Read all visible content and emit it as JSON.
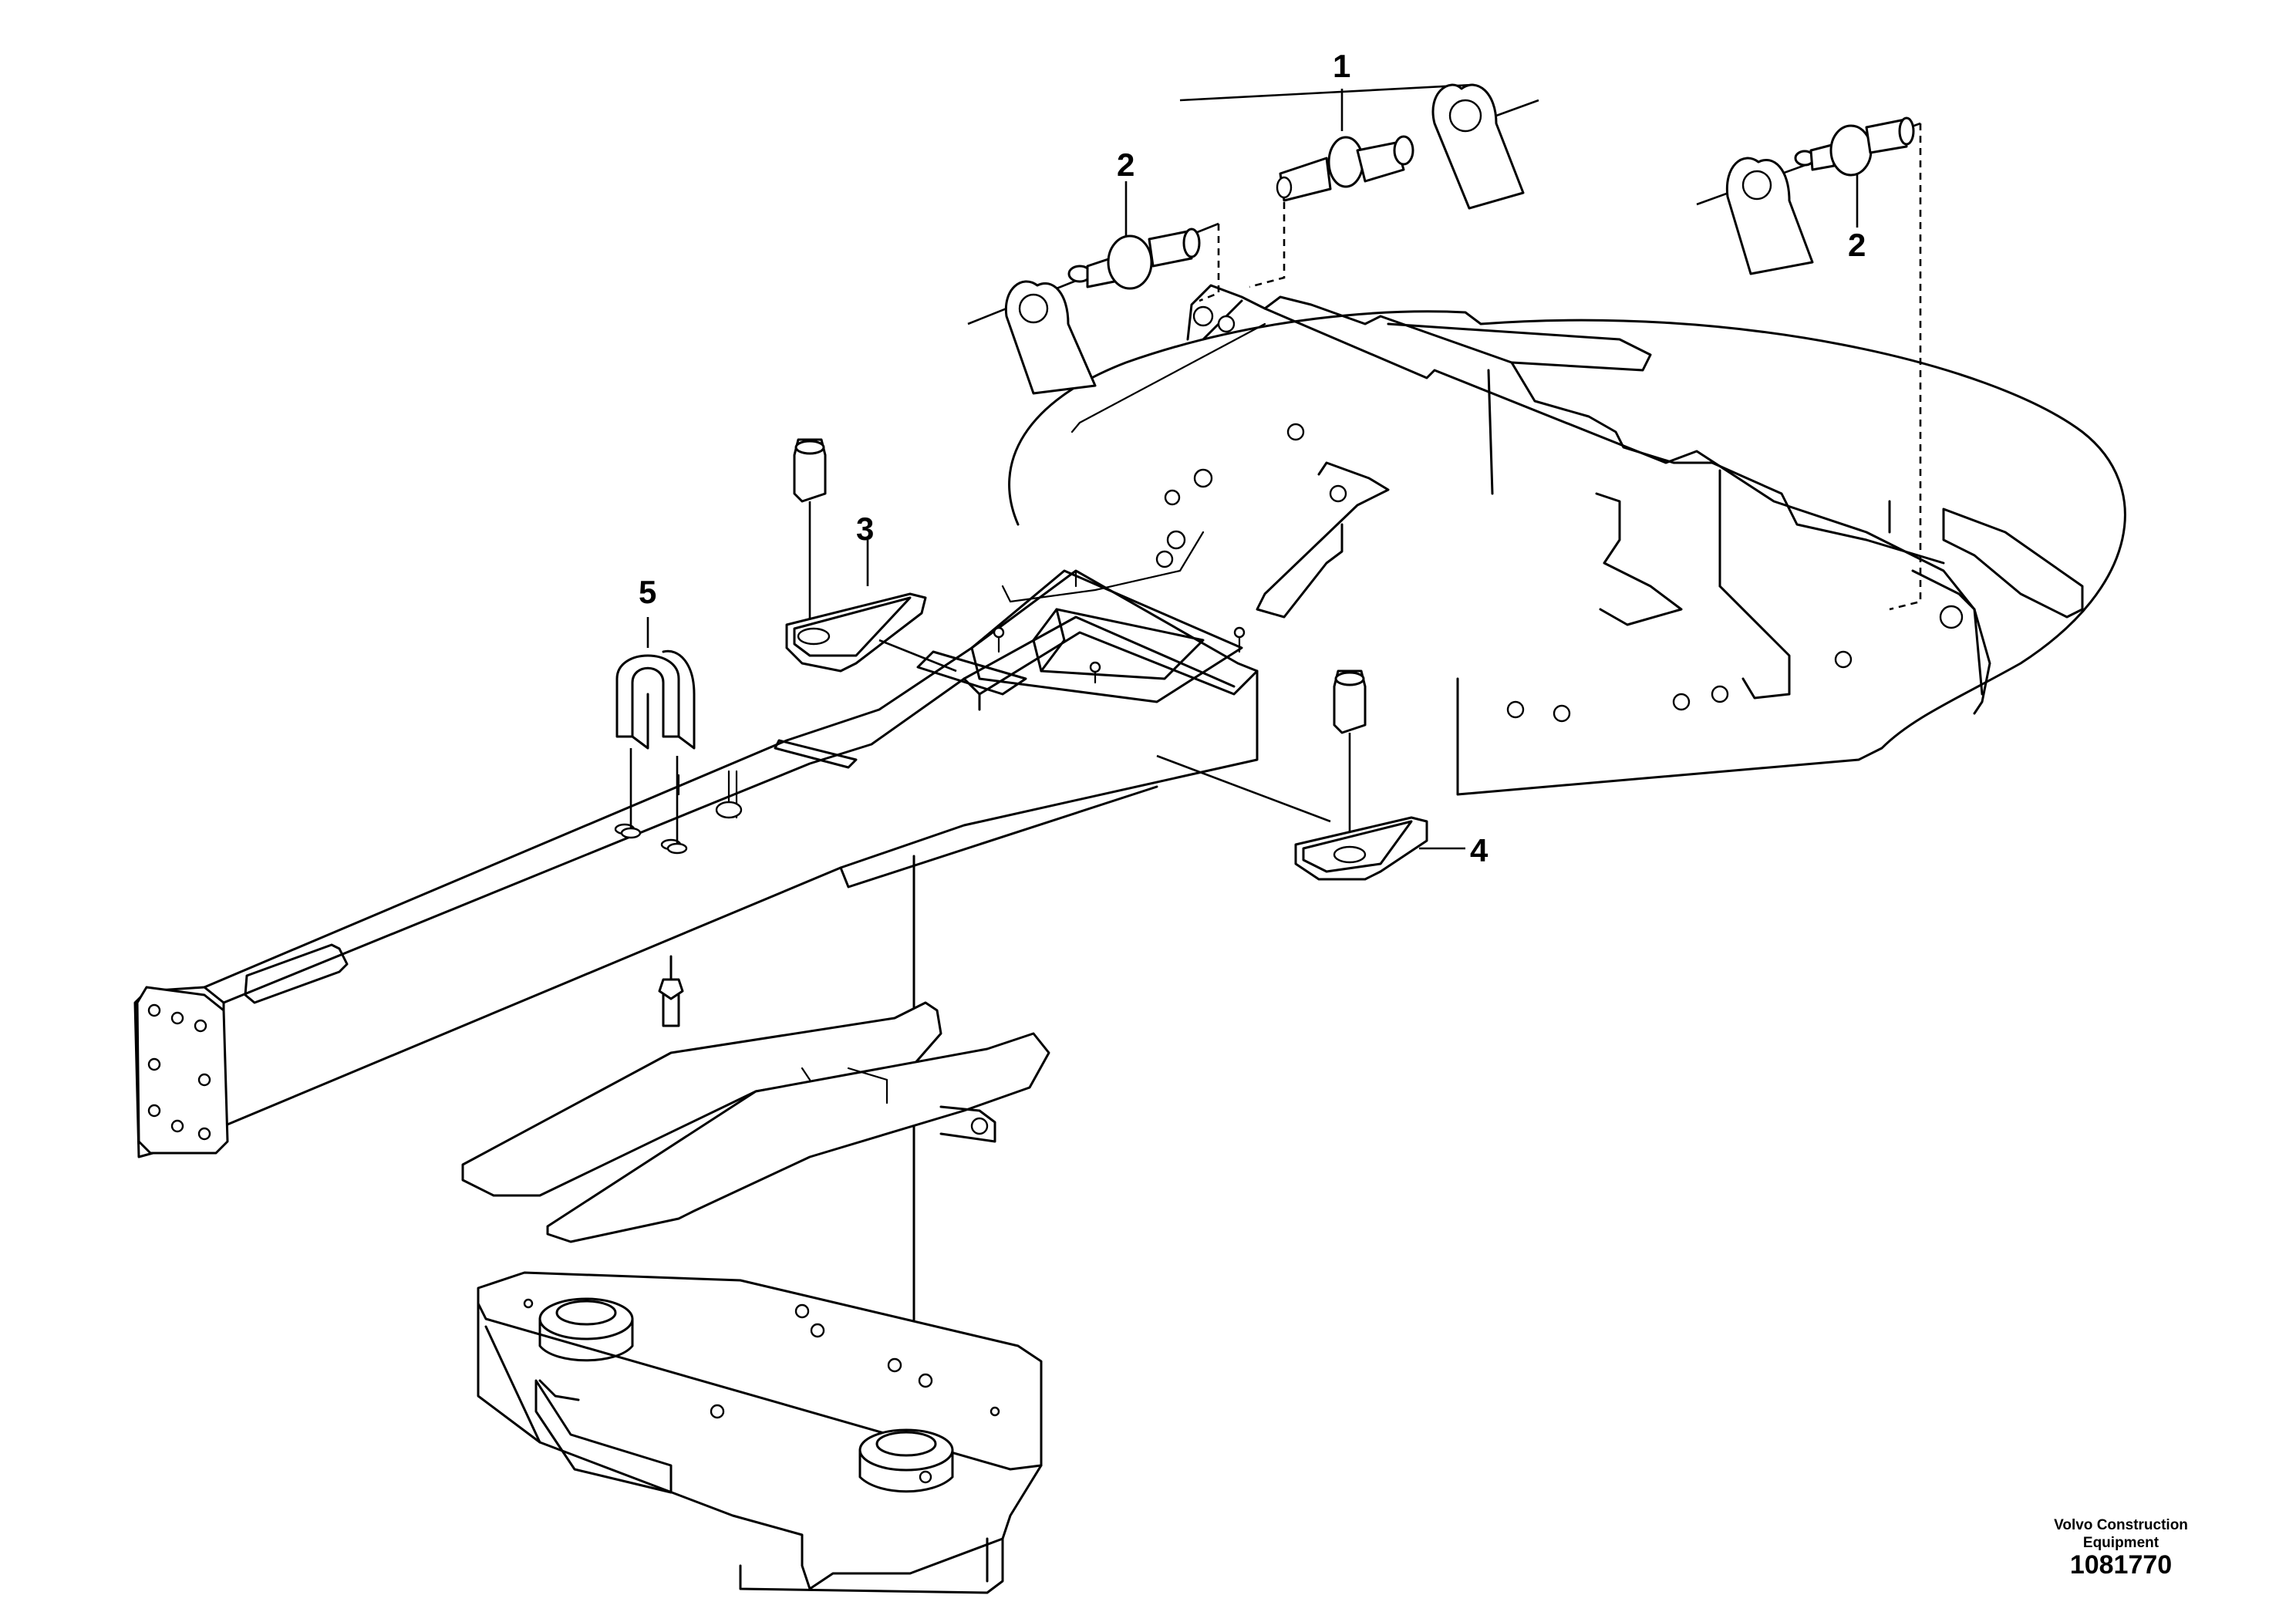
{
  "callouts": [
    {
      "id": "1",
      "label": "1"
    },
    {
      "id": "2a",
      "label": "2"
    },
    {
      "id": "2b",
      "label": "2"
    },
    {
      "id": "3",
      "label": "3"
    },
    {
      "id": "4",
      "label": "4"
    },
    {
      "id": "5",
      "label": "5"
    }
  ],
  "brand": {
    "line1": "Volvo Construction",
    "line2": "Equipment"
  },
  "document_number": "1081770"
}
